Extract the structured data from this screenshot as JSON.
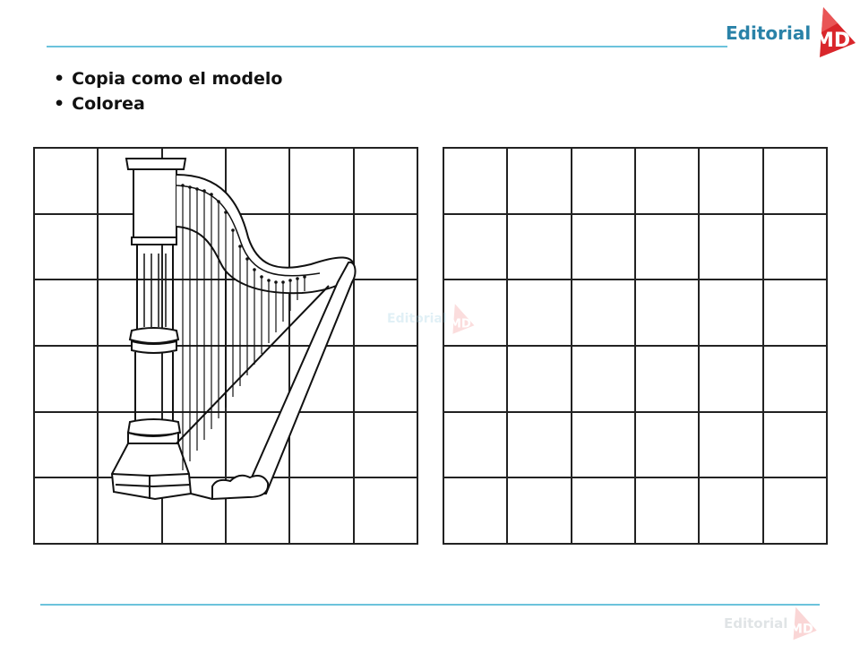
{
  "header": {
    "brand_text": "Editorial",
    "brand_mark": "MD",
    "brand_colors": {
      "text": "#2a82a8",
      "mark": "#d9262b",
      "rule": "#6cc3dc"
    }
  },
  "instructions": [
    {
      "label": "Copia como el modelo"
    },
    {
      "label": "Colorea"
    }
  ],
  "model_grid": {
    "rows": 6,
    "cols": 6,
    "content": "harp-drawing"
  },
  "copy_grid": {
    "rows": 6,
    "cols": 6,
    "content": "empty"
  },
  "watermark": {
    "text": "Editorial",
    "mark": "MD"
  },
  "footer": {
    "brand_text": "Editorial",
    "brand_mark": "MD"
  }
}
